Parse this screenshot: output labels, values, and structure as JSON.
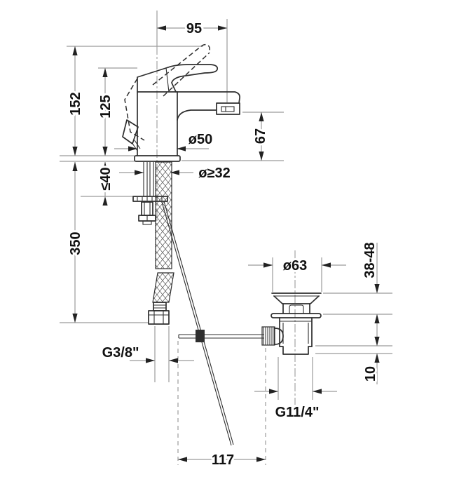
{
  "drawing": {
    "subject": "basin mixer faucet with pop-up waste - dimensional drawing",
    "background_color": "#ffffff",
    "outline_color": "#2e2e2e",
    "dimension_line_color": "#9b9b9b",
    "label_color": "#111111",
    "dims": {
      "reach": "95",
      "height_total": "152",
      "height_body": "125",
      "outlet_height": "67",
      "base_diameter": "ø50",
      "mounting_hole": "ø≥32",
      "deck_thickness": "≤40",
      "hose_length": "350",
      "flange_diameter": "ø63",
      "basin_thickness": "38-48",
      "reveal": "10",
      "supply_thread": "G3/8\"",
      "waste_thread": "G11/4\"",
      "rod_reach": "117"
    }
  }
}
